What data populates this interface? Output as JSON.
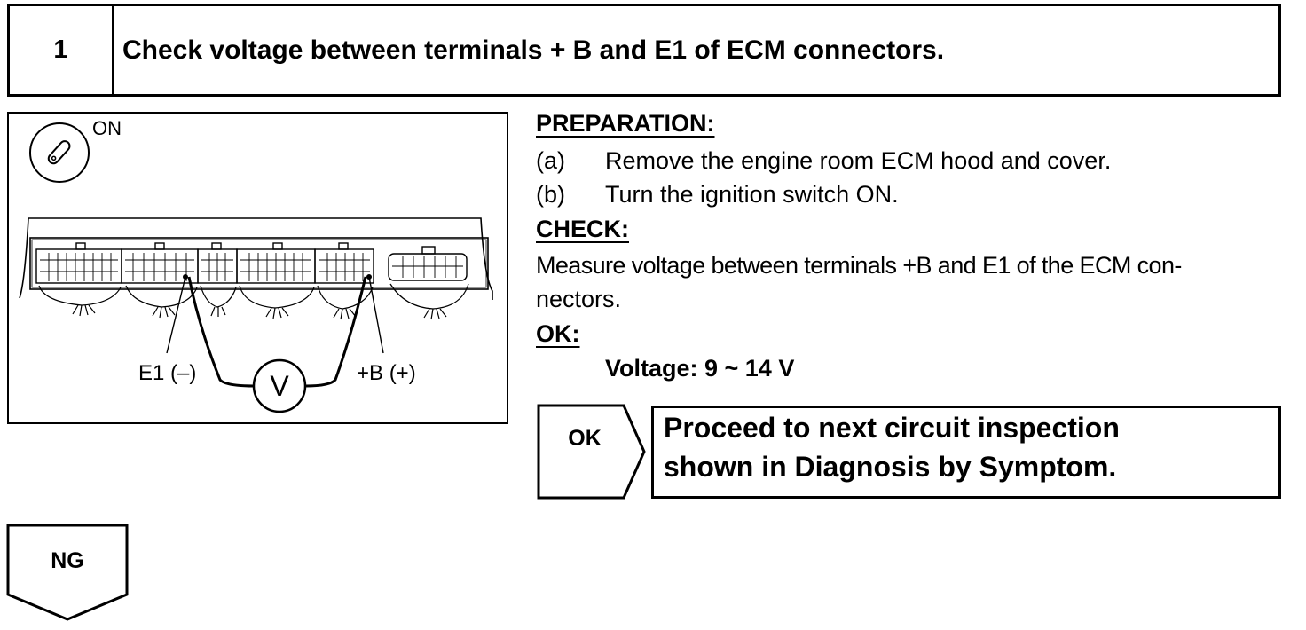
{
  "step": {
    "number": "1",
    "title": "Check voltage between terminals + B and E1 of ECM connectors."
  },
  "figure": {
    "ignition_label": "ON",
    "e1_label": "E1 (–)",
    "b_label": "+B (+)",
    "meter_label": "V"
  },
  "preparation": {
    "heading": "PREPARATION:",
    "items": [
      {
        "marker": "(a)",
        "text": "Remove the engine room ECM hood and cover."
      },
      {
        "marker": "(b)",
        "text": "Turn the ignition switch ON."
      }
    ]
  },
  "check": {
    "heading": "CHECK:",
    "line1": "Measure voltage between terminals +B and E1 of the ECM con-",
    "line2": "nectors."
  },
  "ok": {
    "heading": "OK:",
    "spec": "Voltage: 9 ~ 14 V"
  },
  "ok_result": {
    "label": "OK",
    "line1": "Proceed to next circuit inspection",
    "line2": "shown in Diagnosis by Symptom."
  },
  "ng_result": {
    "label": "NG"
  }
}
